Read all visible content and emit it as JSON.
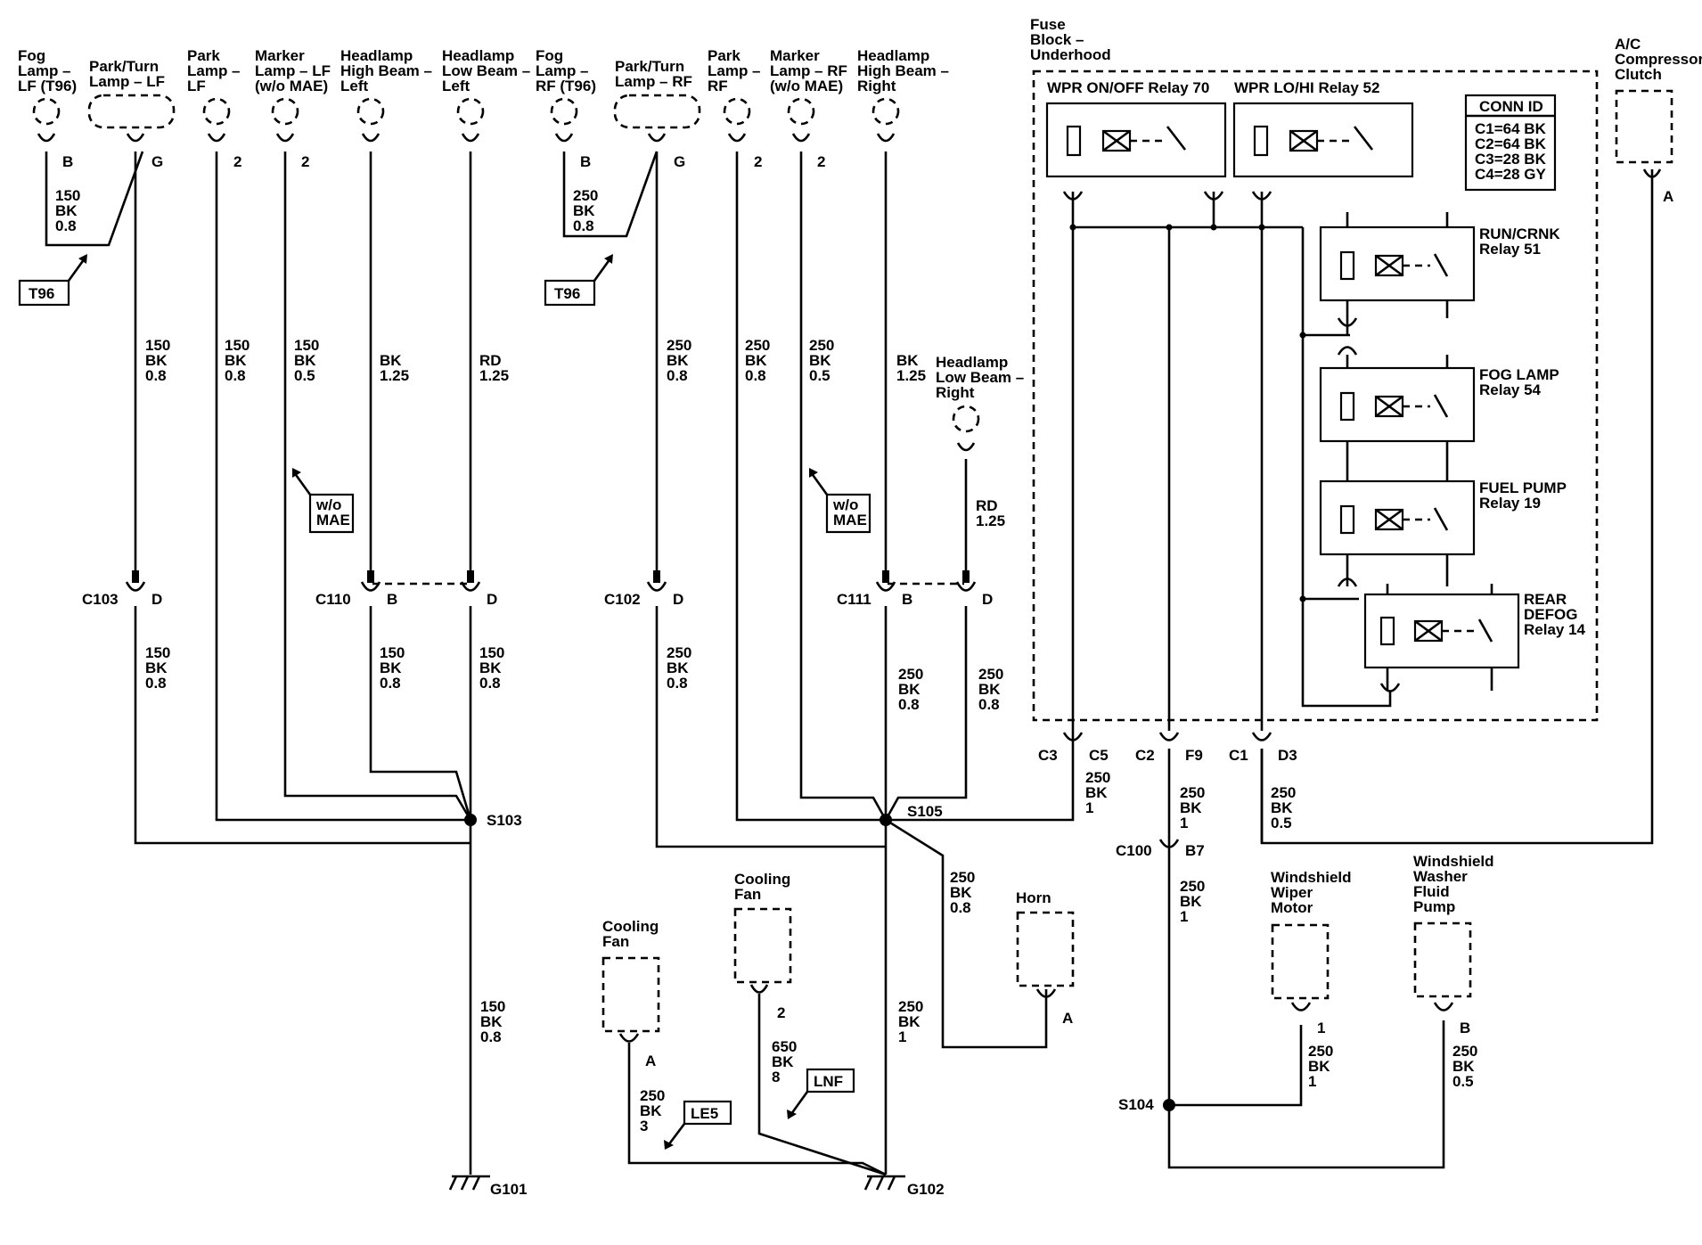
{
  "title": "",
  "components": {
    "fog_lf": "Fog|Lamp –|LF (T96)",
    "parkturn_lf": "Park/Turn|Lamp – LF",
    "park_lf": "Park|Lamp –|LF",
    "marker_lf": "Marker|Lamp – LF|(w/o MAE)",
    "hb_left": "Headlamp|High Beam –|Left",
    "lb_left": "Headlamp|Low Beam –|Left",
    "fog_rf": "Fog|Lamp –|RF (T96)",
    "parkturn_rf": "Park/Turn|Lamp – RF",
    "park_rf": "Park|Lamp –|RF",
    "marker_rf": "Marker|Lamp – RF|(w/o MAE)",
    "hb_right": "Headlamp|High Beam –|Right",
    "lb_right": "Headlamp|Low Beam –|Right",
    "fuse_block": "Fuse|Block –|Underhood",
    "ac_clutch": "A/C|Compressor|Clutch",
    "cooling_fan_1": "Cooling|Fan",
    "cooling_fan_2": "Cooling|Fan",
    "horn": "Horn",
    "wiper_motor": "Windshield|Wiper|Motor",
    "washer_pump": "Windshield|Washer|Fluid|Pump"
  },
  "relays": {
    "wpr_onoff": "WPR ON/OFF Relay 70",
    "wpr_lohi": "WPR LO/HI Relay 52",
    "run_crnk": "RUN/CRNK|Relay 51",
    "fog_lamp": "FOG LAMP|Relay 54",
    "fuel_pump": "FUEL PUMP|Relay 19",
    "rear_defog": "REAR|DEFOG|Relay 14"
  },
  "conn_id": {
    "title": "CONN ID",
    "rows": [
      "C1=64 BK",
      "C2=64 BK",
      "C3=28 BK",
      "C4=28 GY"
    ]
  },
  "callouts": {
    "t96_left": "T96",
    "t96_right": "T96",
    "wo_mae_left": "w/o|MAE",
    "wo_mae_right": "w/o|MAE",
    "lnf": "LNF",
    "le5": "LE5"
  },
  "connectors": {
    "c103": "C103",
    "c110": "C110",
    "c102": "C102",
    "c111": "C111",
    "c100": "C100",
    "c3": "C3",
    "c2": "C2",
    "c1": "C1"
  },
  "pins": {
    "fog_lf": "B",
    "parkturn_lf": "G",
    "park_lf": "2",
    "marker_lf": "2",
    "fog_rf": "B",
    "parkturn_rf": "G",
    "park_rf": "2",
    "marker_rf": "2",
    "c103": "D",
    "c110_b": "B",
    "c110_d": "D",
    "c102": "D",
    "c111_b": "B",
    "c111_d": "D",
    "c5": "C5",
    "f9": "F9",
    "d3": "D3",
    "b7": "B7",
    "ac": "A",
    "fan1": "A",
    "fan2": "2",
    "horn": "A",
    "wiper": "1",
    "washer": "B"
  },
  "splices": {
    "s103": "S103",
    "s105": "S105",
    "s104": "S104"
  },
  "grounds": {
    "g101": "G101",
    "g102": "G102"
  },
  "wires": {
    "fog_lf_top": "150|BK|0.8",
    "parkturn_lf": "150|BK|0.8",
    "park_lf": "150|BK|0.8",
    "marker_lf": "150|BK|0.5",
    "hb_left": "BK|1.25",
    "lb_left": "RD|1.25",
    "c103_lower": "150|BK|0.8",
    "c110_b_lower": "150|BK|0.8",
    "c110_d_lower": "150|BK|0.8",
    "g101": "150|BK|0.8",
    "fog_rf_top": "250|BK|0.8",
    "parkturn_rf": "250|BK|0.8",
    "park_rf": "250|BK|0.8",
    "marker_rf": "250|BK|0.5",
    "hb_right": "BK|1.25",
    "lb_right": "RD|1.25",
    "c102_lower": "250|BK|0.8",
    "c111_b_lower": "250|BK|0.8",
    "c111_d_lower": "250|BK|0.8",
    "c5": "250|BK|1",
    "horn": "250|BK|0.8",
    "g102": "250|BK|1",
    "fan2": "650|BK|8",
    "fan1": "250|BK|3",
    "f9": "250|BK|1",
    "c100_lower": "250|BK|1",
    "d3": "250|BK|0.5",
    "wiper": "250|BK|1",
    "washer": "250|BK|0.5"
  }
}
